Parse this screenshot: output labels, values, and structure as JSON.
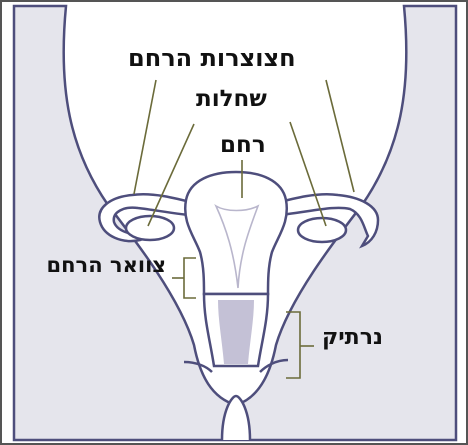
{
  "labels": {
    "fallopian_tubes": "חצוצרות הרחם",
    "ovaries": "שחלות",
    "uterus": "רחם",
    "cervix": "צוואר הרחם",
    "vagina": "נרתיק"
  },
  "colors": {
    "background": "#ffffff",
    "body_fill": "#e5e5ec",
    "outline": "#4e4e7c",
    "organ_fill": "#ffffff",
    "vaginal_canal": "#c4c1d6",
    "pointer_lines": "#6b6b3a",
    "frame": "#555555"
  }
}
